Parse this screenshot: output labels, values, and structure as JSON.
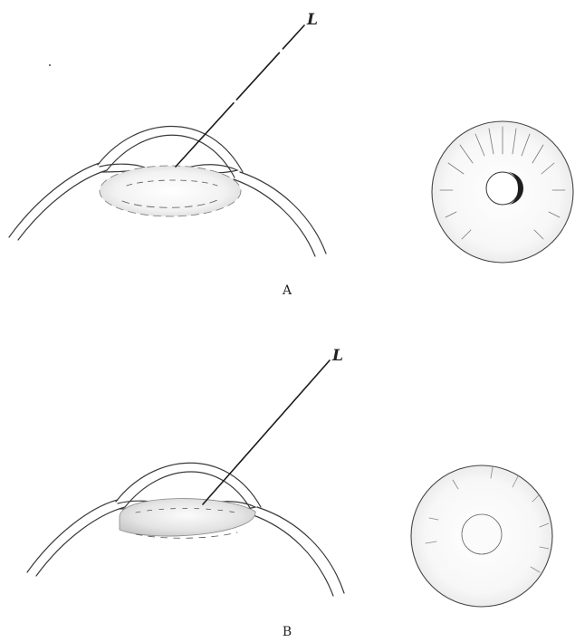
{
  "figure_a": {
    "ray_label": "L",
    "caption": "A"
  },
  "figure_b": {
    "ray_label": "L",
    "caption": "B"
  }
}
